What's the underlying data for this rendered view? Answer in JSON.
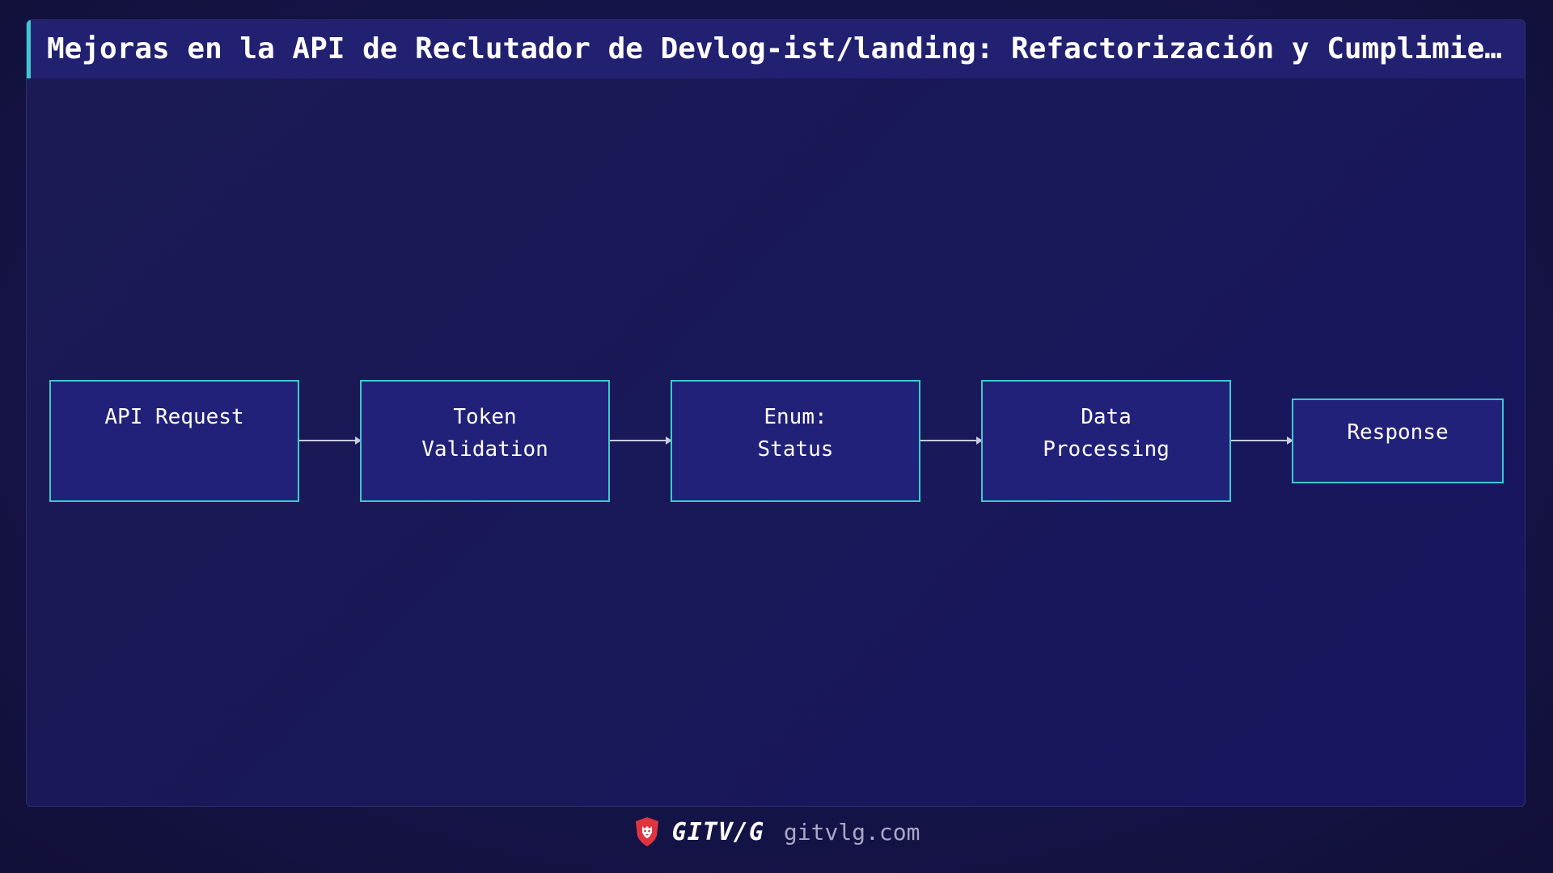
{
  "header": {
    "title": "Mejoras en la API de Reclutador de Devlog-ist/landing: Refactorización y Cumplimiento"
  },
  "diagram": {
    "nodes": [
      {
        "id": "api-request",
        "label": "API Request"
      },
      {
        "id": "token-validation",
        "label": "Token\nValidation"
      },
      {
        "id": "enum-status",
        "label": "Enum:\nStatus"
      },
      {
        "id": "data-processing",
        "label": "Data\nProcessing"
      },
      {
        "id": "response",
        "label": "Response"
      }
    ],
    "edges": [
      {
        "from": "api-request",
        "to": "token-validation"
      },
      {
        "from": "token-validation",
        "to": "enum-status"
      },
      {
        "from": "enum-status",
        "to": "data-processing"
      },
      {
        "from": "data-processing",
        "to": "response"
      }
    ]
  },
  "footer": {
    "brand_name": "GITV/G",
    "url": "gitvlg.com",
    "icon": "lion-shield-icon"
  },
  "colors": {
    "background": "#16154e",
    "title_bar": "#222070",
    "accent": "#3ec9c9",
    "node_fill": "#22217a",
    "edge": "#c9cbe0",
    "logo": "#e0353f"
  }
}
